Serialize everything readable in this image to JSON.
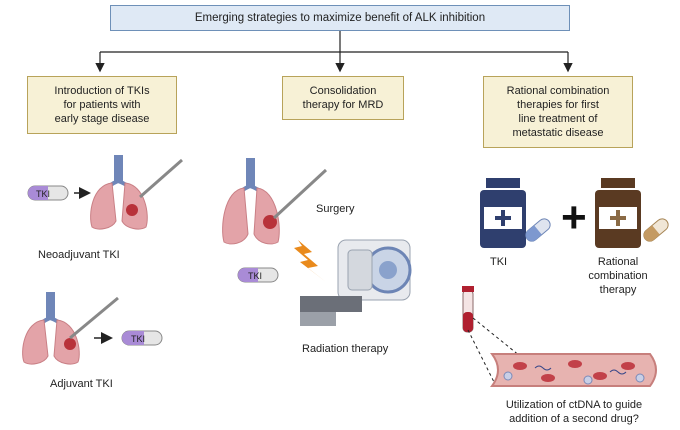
{
  "title": "Emerging strategies to maximize benefit of ALK inhibition",
  "branches": [
    {
      "heading": "Introduction of TKIs\nfor patients with\nearly stage disease"
    },
    {
      "heading": "Consolidation\ntherapy for MRD"
    },
    {
      "heading": "Rational combination\ntherapies for first\nline treatment of\nmetastatic disease"
    }
  ],
  "labels": {
    "neoadjuvant": "Neoadjuvant TKI",
    "adjuvant": "Adjuvant TKI",
    "surgery": "Surgery",
    "radiation": "Radiation therapy",
    "tki_bottle": "TKI",
    "rational": "Rational\ncombination\ntherapy",
    "ctdna": "Utilization of ctDNA to guide\naddition of a second drug?"
  },
  "pill_text": "TKI",
  "plus_sign": "+",
  "colors": {
    "title_fill": "#dfe9f5",
    "heading_fill": "#f7f1d6",
    "lung": "#e3a3a8",
    "trachea": "#6f86b8",
    "tumor": "#b8323a",
    "pill_purple": "#a98bd6",
    "bottle_blue": "#2f3f6e",
    "bottle_brown": "#5a3a22",
    "vessel": "#e7b3b0",
    "lightning": "#e98a1c"
  }
}
